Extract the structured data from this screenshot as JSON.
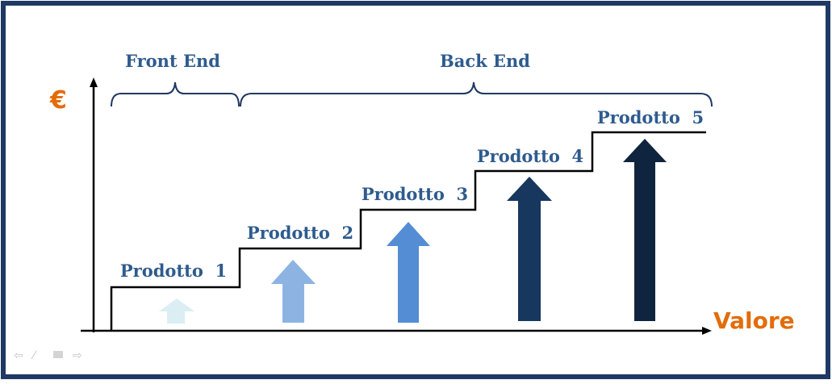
{
  "diagram": {
    "y_axis_label": "€",
    "x_axis_label": "Valore",
    "sections": [
      {
        "label": "Front End"
      },
      {
        "label": "Back End"
      }
    ],
    "products": [
      {
        "label": "Prodotto  1",
        "arrow_color": "#daeef3"
      },
      {
        "label": "Prodotto  2",
        "arrow_color": "#8db3e2"
      },
      {
        "label": "Prodotto  3",
        "arrow_color": "#548dd4"
      },
      {
        "label": "Prodotto  4",
        "arrow_color": "#17375e"
      },
      {
        "label": "Prodotto  5",
        "arrow_color": "#0f243e"
      }
    ],
    "colors": {
      "frame": "#1f3864",
      "label_text": "#2e5b8e",
      "axis_label": "#e36c0a",
      "line": "#000000"
    }
  },
  "slideshow_nav": {
    "icons": [
      "prev-icon",
      "pen-icon",
      "menu-icon",
      "next-icon"
    ]
  }
}
